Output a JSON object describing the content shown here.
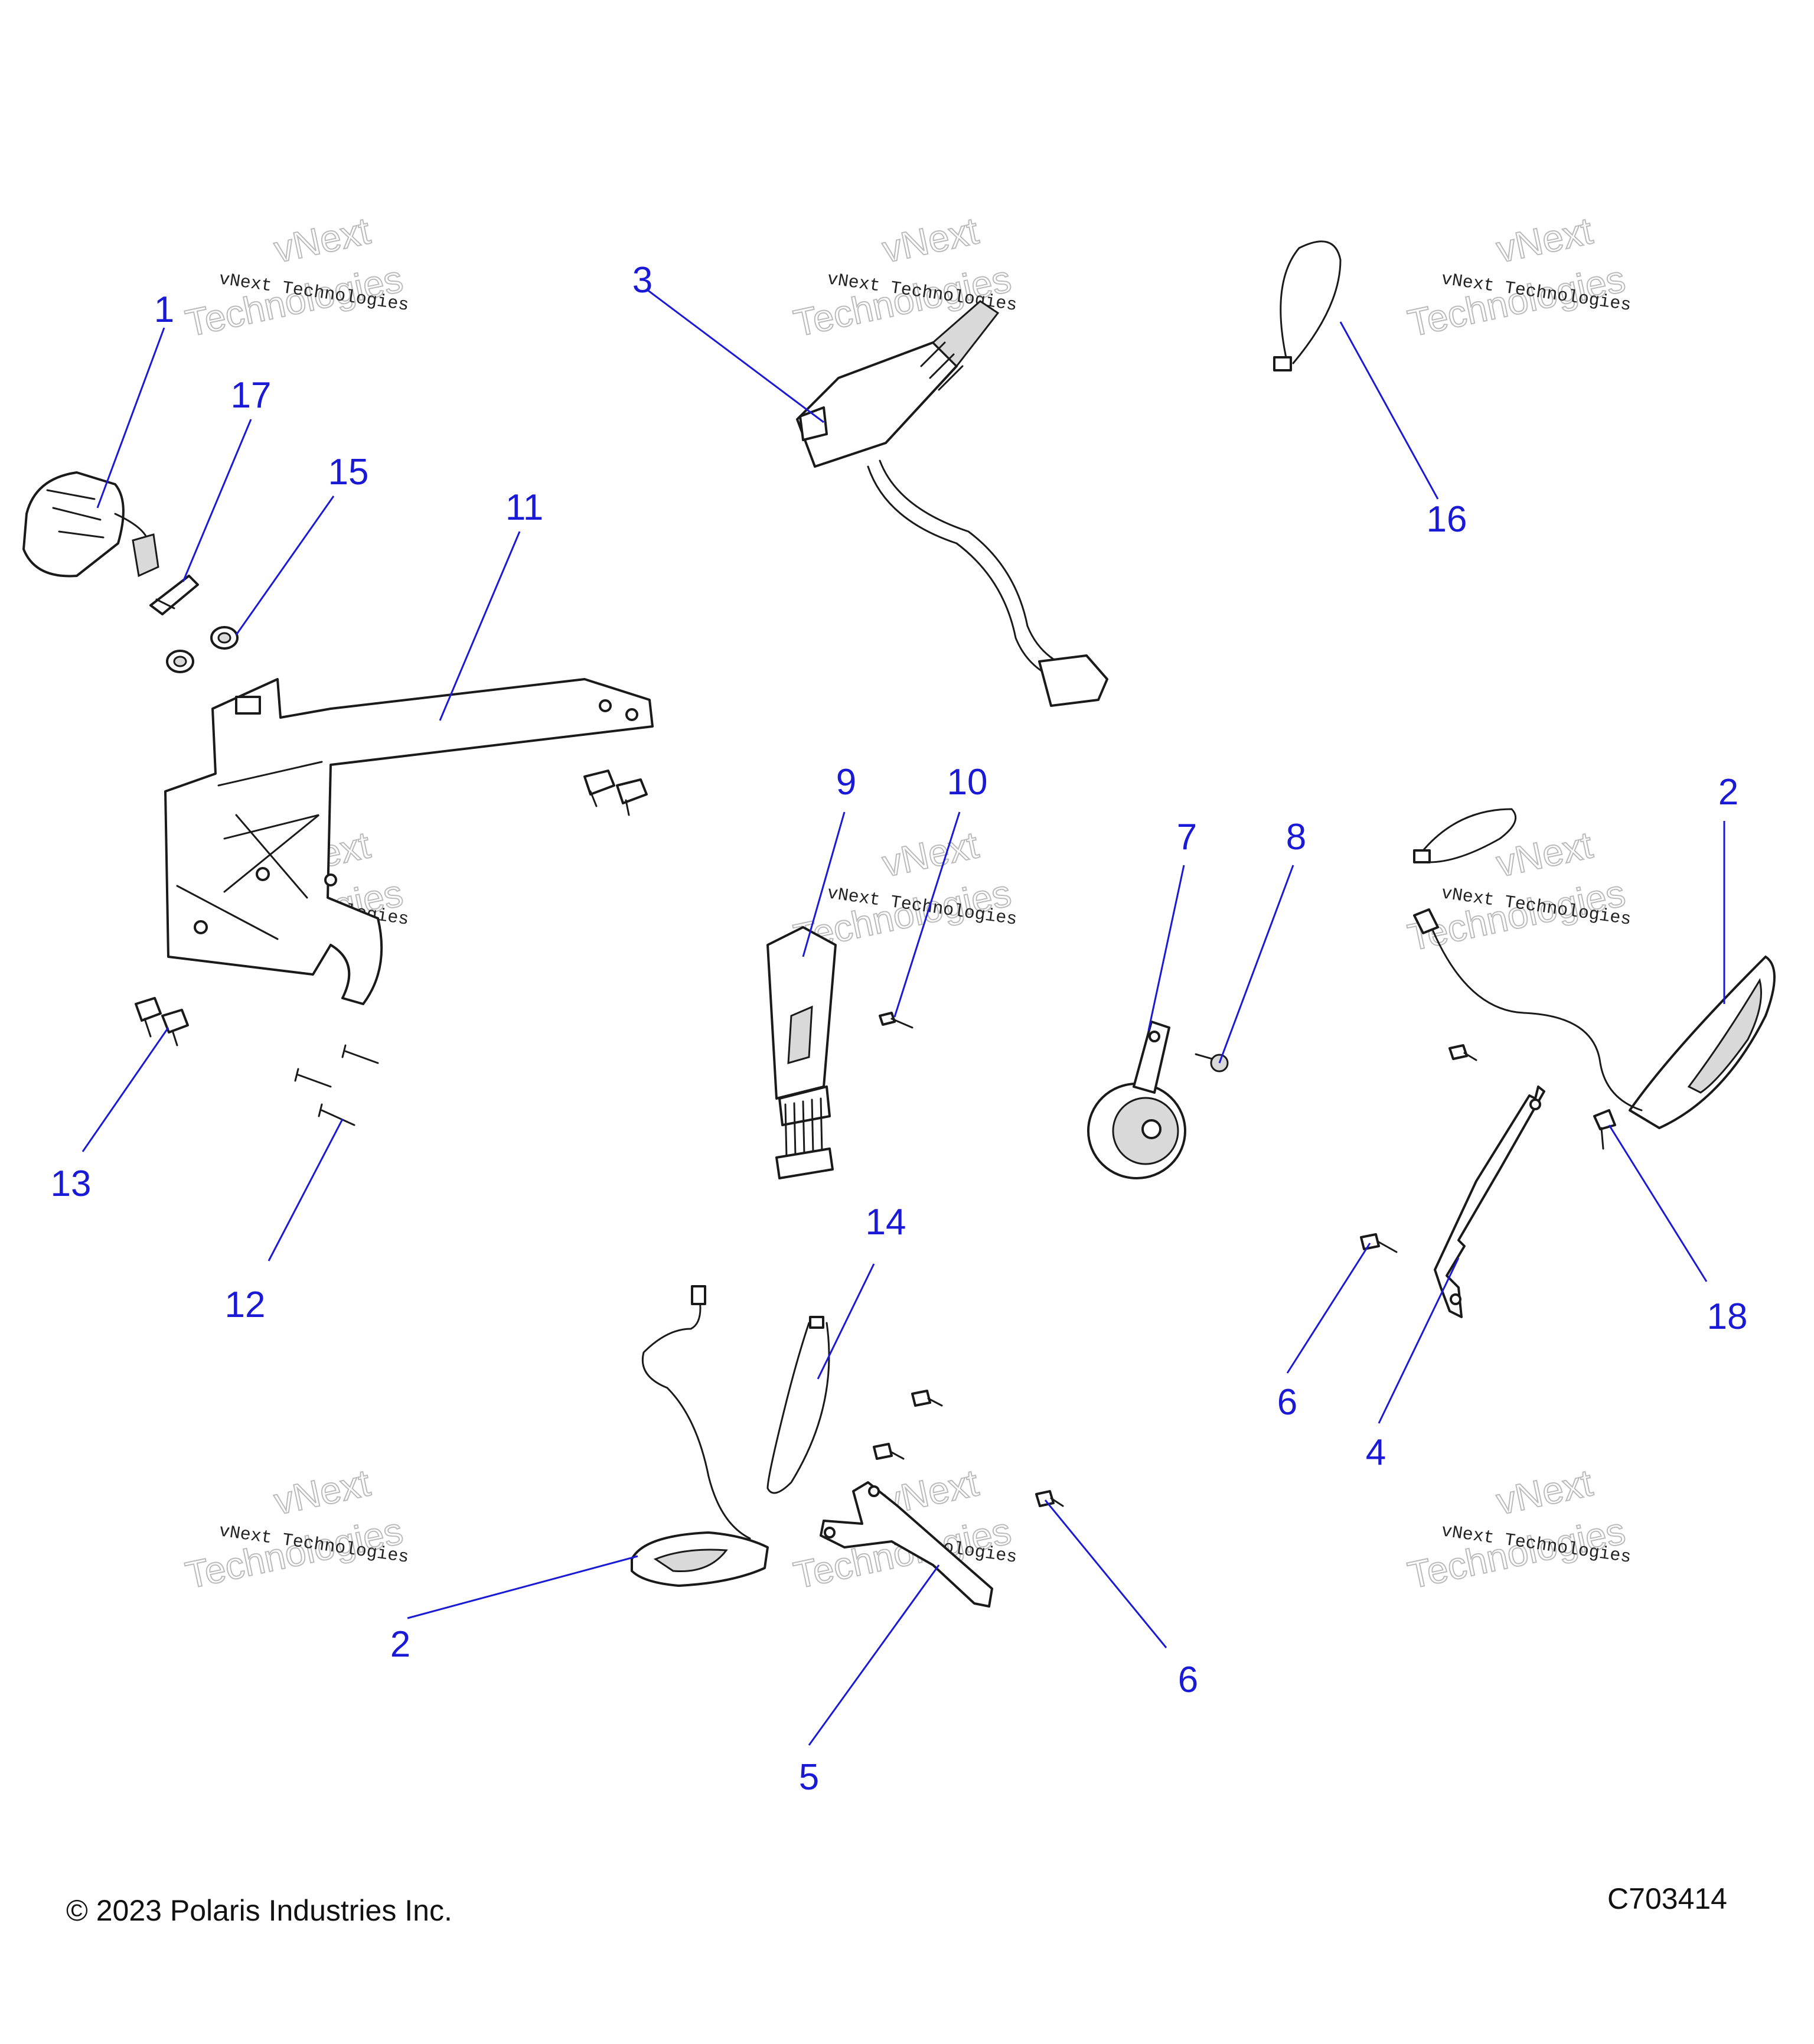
{
  "diagram": {
    "copyright": "© 2023 Polaris Industries Inc.",
    "figure_id": "C703414",
    "watermark": {
      "line1": "vNext Technologies",
      "line2": "vNext",
      "line3": "Technologies"
    },
    "callouts": {
      "c1": "1",
      "c17": "17",
      "c15": "15",
      "c11": "11",
      "c3": "3",
      "c16": "16",
      "c9": "9",
      "c10": "10",
      "c7": "7",
      "c8": "8",
      "c2a": "2",
      "c13": "13",
      "c12": "12",
      "c14": "14",
      "c18": "18",
      "c6a": "6",
      "c4": "4",
      "c2b": "2",
      "c6b": "6",
      "c5": "5"
    }
  }
}
